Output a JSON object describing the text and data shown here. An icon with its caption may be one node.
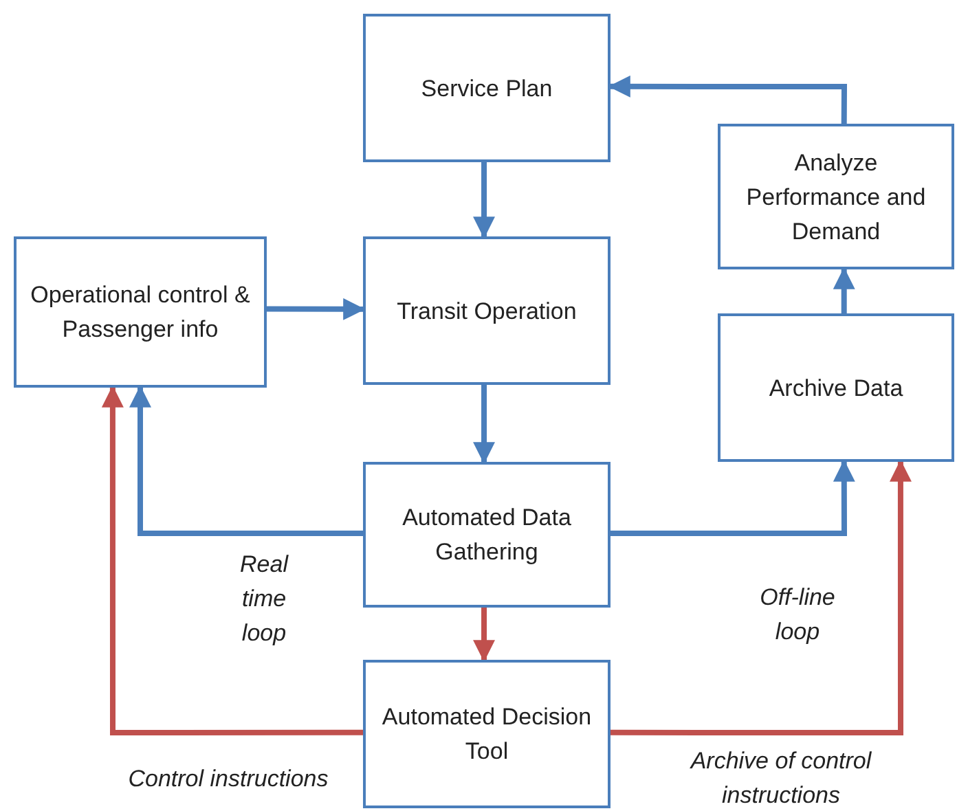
{
  "diagram": {
    "nodes": [
      {
        "text": [
          "Service Plan"
        ]
      },
      {
        "text": [
          "Analyze Performance and Demand"
        ]
      },
      {
        "text": [
          "Operational control & Passenger info"
        ]
      },
      {
        "text": [
          "Transit Operation"
        ]
      },
      {
        "text": [
          "Archive Data"
        ]
      },
      {
        "text": [
          "Automated Data Gathering"
        ]
      },
      {
        "text": [
          "Automated Decision Tool"
        ]
      }
    ],
    "edges": [
      {
        "from": 1,
        "to": 0,
        "arrow": "to"
      },
      {
        "from": 0,
        "to": 3,
        "arrow": "to"
      },
      {
        "from": 2,
        "to": 3,
        "arrow": "to"
      },
      {
        "from": 3,
        "to": 5,
        "arrow": "to"
      },
      {
        "from": 4,
        "to": 1,
        "arrow": "to"
      },
      {
        "from": 5,
        "to": 2,
        "arrow": "to"
      },
      {
        "from": 5,
        "to": 4,
        "arrow": "to"
      },
      {
        "from": 5,
        "to": 6,
        "arrow": "to",
        "color": "#c0504d"
      },
      {
        "from": 6,
        "to": 2,
        "arrow": "to",
        "color": "#c0504d"
      },
      {
        "from": 6,
        "to": 4,
        "arrow": "to",
        "color": "#c0504d"
      }
    ],
    "labels": [
      "Real time loop",
      "Off-line loop",
      "Control instructions",
      "Archive of control instructions"
    ]
  }
}
